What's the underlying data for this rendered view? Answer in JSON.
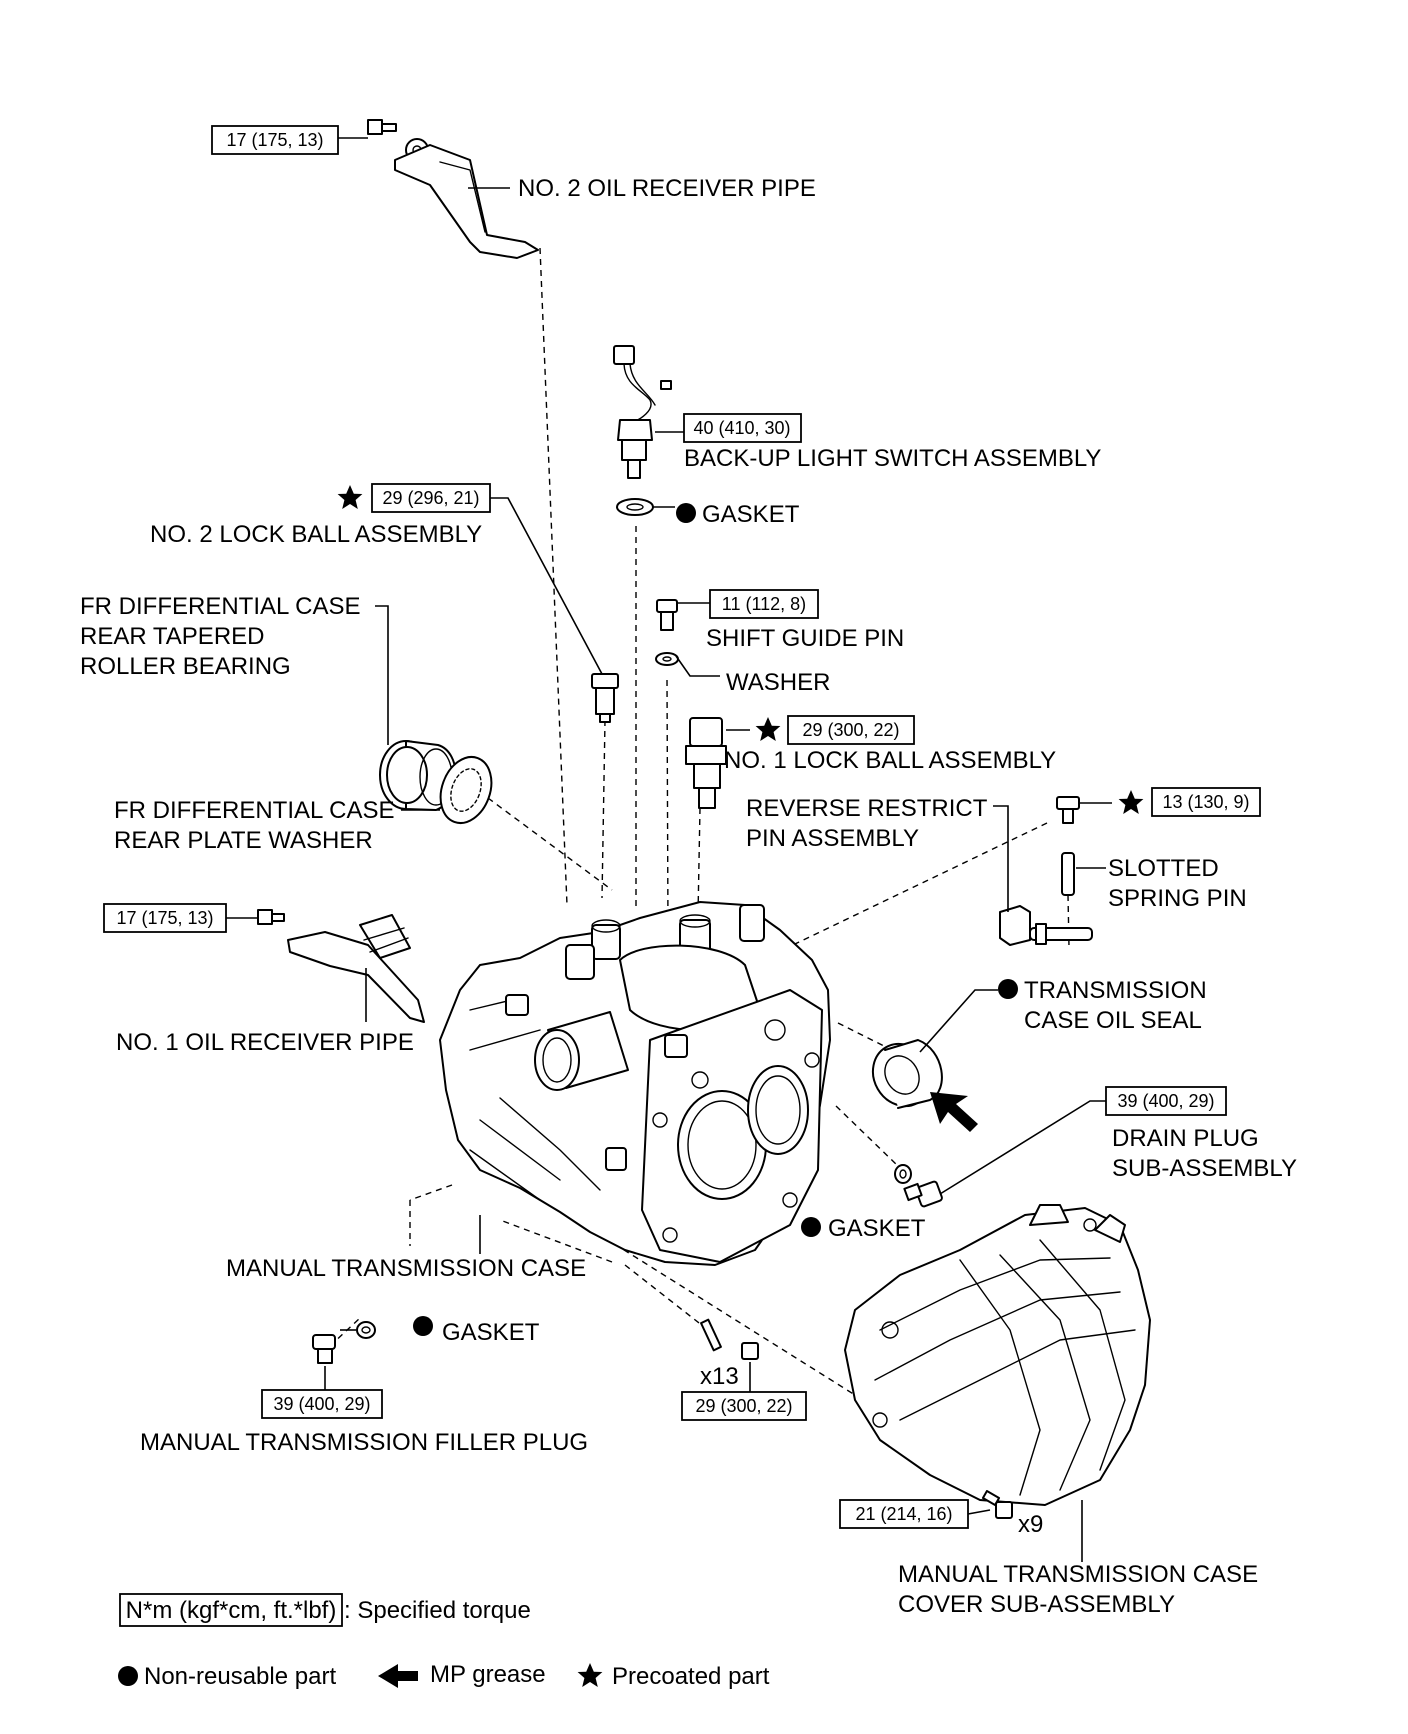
{
  "labels": {
    "oil_pipe_2": "NO. 2 OIL RECEIVER PIPE",
    "backup_switch": "BACK-UP LIGHT SWITCH ASSEMBLY",
    "gasket": "GASKET",
    "lock_ball_2": "NO. 2 LOCK BALL ASSEMBLY",
    "fr_bearing_1": "FR DIFFERENTIAL CASE",
    "fr_bearing_2": "REAR TAPERED",
    "fr_bearing_3": "ROLLER BEARING",
    "shift_guide_pin": "SHIFT GUIDE PIN",
    "washer": "WASHER",
    "lock_ball_1": "NO. 1 LOCK BALL ASSEMBLY",
    "fr_washer_1": "FR DIFFERENTIAL CASE",
    "fr_washer_2": "REAR PLATE WASHER",
    "reverse_pin_1": "REVERSE RESTRICT",
    "reverse_pin_2": "PIN ASSEMBLY",
    "slotted_pin_1": "SLOTTED",
    "slotted_pin_2": "SPRING PIN",
    "oil_pipe_1": "NO. 1 OIL RECEIVER PIPE",
    "oil_seal_1": "TRANSMISSION",
    "oil_seal_2": "CASE OIL SEAL",
    "drain_plug_1": "DRAIN PLUG",
    "drain_plug_2": "SUB-ASSEMBLY",
    "manual_case": "MANUAL TRANSMISSION CASE",
    "filler_plug": "MANUAL TRANSMISSION FILLER PLUG",
    "bolt_count_13": "x13",
    "bolt_count_9": "x9",
    "cover_1": "MANUAL TRANSMISSION CASE",
    "cover_2": "COVER SUB-ASSEMBLY"
  },
  "torques": {
    "t_oil_pipe_2": "17 (175, 13)",
    "t_backup_switch": "40 (410, 30)",
    "t_lock_ball_2": "29 (296, 21)",
    "t_shift_guide": "11 (112, 8)",
    "t_lock_ball_1": "29 (300, 22)",
    "t_slotted": "13 (130, 9)",
    "t_oil_pipe_1": "17 (175, 13)",
    "t_drain": "39 (400, 29)",
    "t_filler": "39 (400, 29)",
    "t_case_bolts": "29 (300, 22)",
    "t_cover_bolts": "21 (214, 16)"
  },
  "legend": {
    "unit_box": "N*m (kgf*cm, ft.*lbf)",
    "unit_text": ": Specified torque",
    "non_reusable": "Non-reusable part",
    "mp_grease": "MP grease",
    "precoated": "Precoated part"
  },
  "colors": {
    "ink": "#000000",
    "paper": "#ffffff"
  },
  "icons": [
    "non-reusable-dot-icon",
    "mp-grease-arrow-icon",
    "precoated-star-icon"
  ]
}
